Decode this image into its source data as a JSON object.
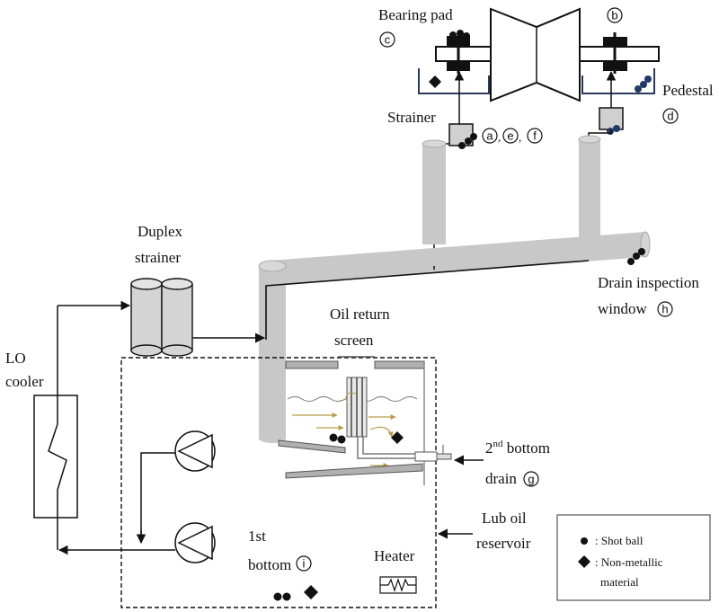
{
  "labels": {
    "bearing_pad": "Bearing pad",
    "bearing_pad_mark": "c",
    "pedestal_top_mark": "b",
    "pedestal": "Pedestal",
    "pedestal_mark": "d",
    "strainer": "Strainer",
    "strainer_marks": [
      "a",
      "e",
      "f"
    ],
    "strainer_sep1": ",",
    "strainer_sep2": ",",
    "duplex_l1": "Duplex",
    "duplex_l2": "strainer",
    "drain_insp_l1": "Drain inspection",
    "drain_insp_l2": "window",
    "drain_insp_mark": "h",
    "oil_return_l1": "Oil return",
    "oil_return_l2": "screen",
    "lo_l1": "LO",
    "lo_l2": "cooler",
    "second_bottom_num": "2",
    "second_bottom_sup": "nd",
    "second_bottom_rest": " bottom",
    "second_drain": "drain",
    "second_drain_mark": "g",
    "first_bottom_l1": "1st",
    "first_bottom_l2": "bottom",
    "first_bottom_mark": "i",
    "heater": "Heater",
    "lub_l1": "Lub oil",
    "lub_l2": "reservoir"
  },
  "legend": {
    "shot_ball": ": Shot ball",
    "non_metal_l1": ": Non-metallic",
    "non_metal_l2": "material"
  },
  "colors": {
    "pipe_gray": "#c8c8c8",
    "pipe_edge": "#a8a8a8",
    "line": "#111111",
    "ball": "#1a1a1a",
    "ball_blue": "#223a66",
    "oil_flow": "#b89a4a"
  },
  "icons": {
    "ball_icon": "filled-circle",
    "diamond_icon": "filled-diamond",
    "pump_icon": "circle-with-triangle",
    "heater_icon": "resistor-zigzag"
  }
}
